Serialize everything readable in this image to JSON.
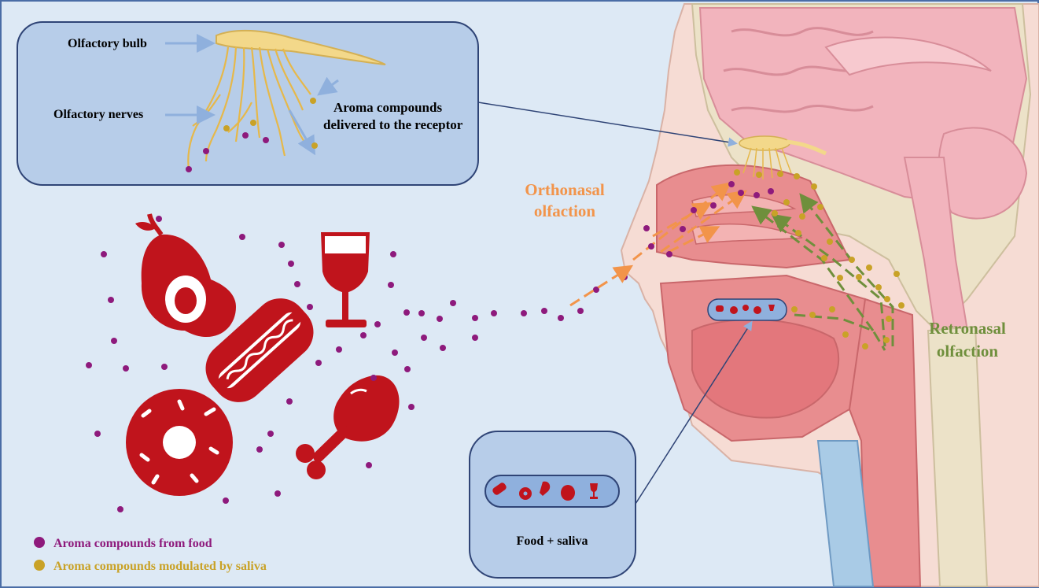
{
  "labels": {
    "olfactory_bulb": "Olfactory bulb",
    "olfactory_nerves": "Olfactory nerves",
    "aroma_line1": "Aroma compounds",
    "aroma_line2": "delivered to the receptor",
    "ortho_line1": "Orthonasal",
    "ortho_line2": "olfaction",
    "retro_line1": "Retronasal",
    "retro_line2": "olfaction",
    "food_saliva": "Food + saliva"
  },
  "legend": [
    {
      "label": "Aroma compounds from food",
      "color": "#8e1a7c"
    },
    {
      "label": "Aroma compounds modulated by saliva",
      "color": "#c9a227"
    }
  ],
  "colors": {
    "background": "#dde9f5",
    "frame": "#4a6da6",
    "panel_fill": "#b7cde9",
    "panel_stroke": "#2f4476",
    "food_red": "#c0141c",
    "orthonasal": "#f2944a",
    "retronasal": "#6f8f3c",
    "bulb_yellow": "#f3d88a",
    "purple_dot": "#8e1a7c",
    "gold_dot": "#c9a227"
  },
  "icons": [
    "avocado-icon",
    "wine-glass-icon",
    "hot-dog-icon",
    "donut-icon",
    "chicken-leg-icon"
  ]
}
